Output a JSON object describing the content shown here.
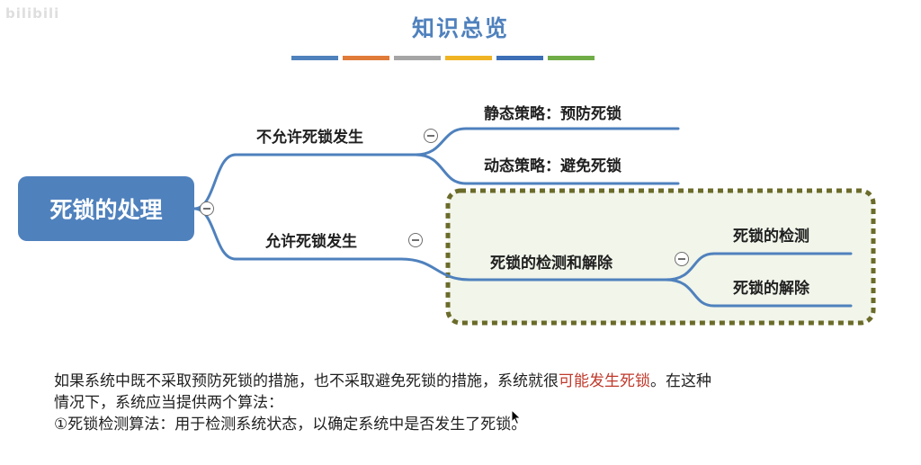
{
  "watermark": "bilibili",
  "title": "知识总览",
  "title_bar_colors": [
    "#4f81bd",
    "#e07b39",
    "#a5a5a5",
    "#f0b323",
    "#3c6fb6",
    "#70ad47"
  ],
  "mindmap": {
    "root": "死锁的处理",
    "branches": [
      {
        "label": "不允许死锁发生",
        "children": [
          "静态策略：预防死锁",
          "动态策略：避免死锁"
        ]
      },
      {
        "label": "允许死锁发生",
        "children": [
          {
            "label": "死锁的检测和解除",
            "children": [
              "死锁的检测",
              "死锁的解除"
            ]
          }
        ]
      }
    ],
    "line_color": "#4f81bd",
    "highlight_border_color": "#6b6b2a",
    "highlight_fill": "#f1f5ea"
  },
  "body_text": {
    "line1_before": "如果系统中既不采取预防死锁的措施，也不采取避免死锁的措施，系统就很",
    "line1_highlight": "可能发生死锁",
    "line1_after": "。在这种",
    "line2": "情况下，系统应当提供两个算法：",
    "line3": "①死锁检测算法：用于检测系统状态，以确定系统中是否发生了死锁。"
  },
  "highlight_color": "#c0392b",
  "cursor": "mouse-cursor-icon"
}
